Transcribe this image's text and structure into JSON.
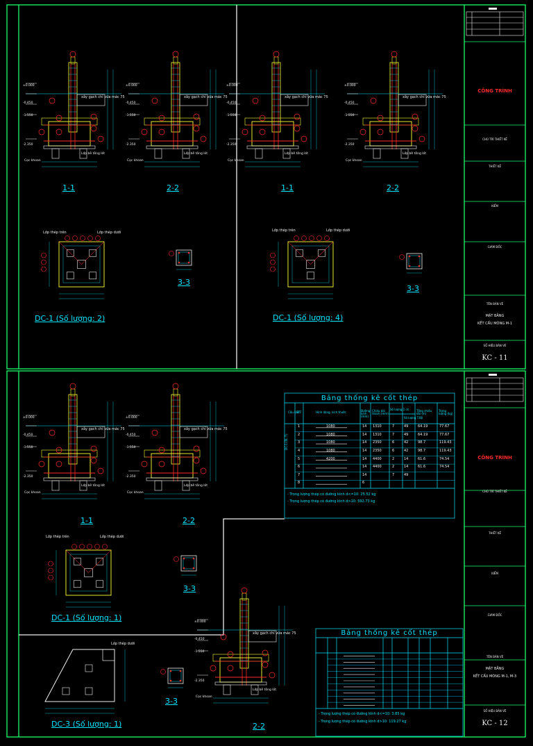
{
  "sheets": [
    {
      "title_block": {
        "project": "CÔNG TRÌNH",
        "role1": "CHỦ TRÌ THIẾT KẾ",
        "role2": "THIẾT KẾ",
        "role3": "KIỂM",
        "role4": "GIÁM ĐỐC",
        "drawing_name_label": "TÊN BẢN VẼ",
        "drawing_name": [
          "MẶT BẰNG",
          "KẾT CẤU MÓNG M-1"
        ],
        "drawing_no_label": "SỐ HIỆU BẢN VẼ",
        "drawing_no": "KC - 11"
      },
      "captions": [
        "1-1",
        "2-2",
        "1-1",
        "2-2",
        "3-3",
        "3-3",
        "DC-1 (Số lượng: 2)",
        "DC-1 (Số lượng: 4)"
      ]
    },
    {
      "title_block": {
        "project": "CÔNG TRÌNH",
        "role1": "CHỦ TRÌ THIẾT KẾ",
        "role2": "THIẾT KẾ",
        "role3": "KIỂM",
        "role4": "GIÁM ĐỐC",
        "drawing_name_label": "TÊN BẢN VẼ",
        "drawing_name": [
          "MẶT BẰNG",
          "KẾT CẤU MÓNG M-1, M-3"
        ],
        "drawing_no_label": "SỐ HIỆU BẢN VẼ",
        "drawing_no": "KC - 12"
      },
      "captions": [
        "1-1",
        "2-2",
        "3-3",
        "DC-1 (Số lượng: 1)",
        "DC-3 (Số lượng: 1)",
        "3-3",
        "2-2"
      ],
      "table1": {
        "title": "Bảng thống kê cốt thép",
        "headers": [
          "Cấu kiện",
          "STT",
          "Hình dáng, kích thước",
          "Đường kính (mm)",
          "Chiều dài thanh (mm)",
          "Số lượng 1 ck",
          "Số lượng T.Bộ",
          "Tổng chiều dài (m)",
          "Trọng lượng (kg)"
        ],
        "member": "DC-1 (SL 7)",
        "rows": [
          [
            "1",
            "1080",
            "14",
            "1310",
            "7",
            "49",
            "64.19",
            "77.67"
          ],
          [
            "2",
            "1080",
            "14",
            "1310",
            "7",
            "49",
            "64.19",
            "77.67"
          ],
          [
            "3",
            "1080",
            "14",
            "2350",
            "6",
            "42",
            "98.7",
            "119.43"
          ],
          [
            "4",
            "1080",
            "14",
            "2350",
            "6",
            "42",
            "98.7",
            "119.43"
          ],
          [
            "5",
            "4200",
            "14",
            "4400",
            "2",
            "14",
            "61.6",
            "74.54"
          ],
          [
            "6",
            "",
            "14",
            "4400",
            "2",
            "14",
            "61.6",
            "74.54"
          ],
          [
            "7",
            "",
            "14",
            "",
            "7",
            "49",
            "",
            ""
          ],
          [
            "8",
            "",
            "6",
            "",
            "",
            "",
            "",
            ""
          ]
        ],
        "notes": [
          "- Trọng lượng thép có đường kính d<=10:   25.52 kg",
          "- Trọng lượng thép có đường kính d>10:   592.73 kg"
        ]
      },
      "table2": {
        "title": "Bảng thống kê cốt thép",
        "notes": [
          "- Trọng lượng thép có đường kính d<=10:   3.85 kg",
          "- Trọng lượng thép có đường kính d>10:   119.27 kg"
        ]
      }
    }
  ],
  "annotations": {
    "wall_text": "xây gạch chỉ vữa mác 75",
    "lean_concrete": "Lớp bê tông lót",
    "elev_top": "±0.000",
    "elev_mid": "-0.450",
    "elev_low1": "-1.550",
    "elev_low2": "-2.350",
    "cover_top": "Lớp thép trên",
    "cover_bot": "Lớp thép dưới",
    "pile_note": "Cọc khoan"
  }
}
